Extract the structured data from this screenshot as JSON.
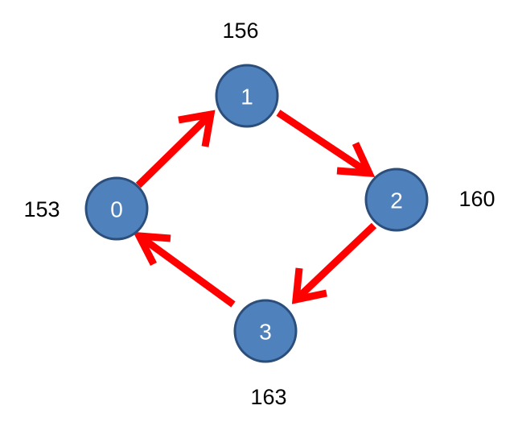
{
  "colors": {
    "node_fill": "#4f81bd",
    "node_stroke": "#2c4e7a",
    "node_text": "#ffffff",
    "edge": "#ff0000",
    "value_text": "#000000",
    "background": "#ffffff"
  },
  "nodes": [
    {
      "id": "0",
      "label": "0",
      "value": "153"
    },
    {
      "id": "1",
      "label": "1",
      "value": "156"
    },
    {
      "id": "2",
      "label": "2",
      "value": "160"
    },
    {
      "id": "3",
      "label": "3",
      "value": "163"
    }
  ],
  "edges": [
    {
      "from": "0",
      "to": "1"
    },
    {
      "from": "1",
      "to": "2"
    },
    {
      "from": "2",
      "to": "3"
    },
    {
      "from": "3",
      "to": "0"
    }
  ]
}
